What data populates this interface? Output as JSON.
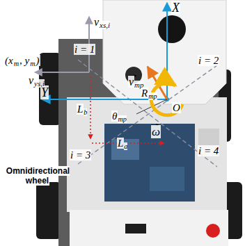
{
  "diagram": {
    "labels": [
      "X",
      "Y",
      "O",
      "(x",
      "m",
      ", y",
      "m",
      ")",
      "v",
      "xs,i",
      "v",
      "ys,i",
      "i = 1",
      "i = 2",
      "i = 3",
      "i = 4",
      "L",
      "b",
      "L",
      "a",
      "v",
      "mp",
      "R",
      "mp",
      "θ",
      "mp",
      "ω",
      "Omnidirectional wheel"
    ]
  }
}
